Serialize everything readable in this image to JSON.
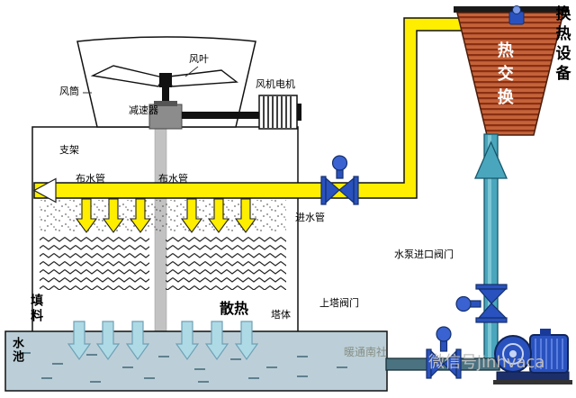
{
  "labels": {
    "fan_blade": "风叶",
    "fan_duct": "风筒",
    "fan_motor": "风机电机",
    "reducer": "减速器",
    "support_frame": "支架",
    "dist_pipe_left": "布水管",
    "dist_pipe_right": "布水管",
    "inlet_pipe": "进水管",
    "pump_inlet_valve": "水泵进口阀门",
    "to_tower_valve": "上塔阀门",
    "fill_material": "填料",
    "heat_dissipation": "散热",
    "tower_body": "塔体",
    "water_pool": "水池",
    "heat_exchange": "热交换",
    "heat_exchange_equipment": "换热设备"
  },
  "watermarks": {
    "brand": "暖通南社",
    "wechat_id": "微信号jinhvaca"
  },
  "colors": {
    "inlet_pipe_yellow": "#ffee00",
    "riser_pipe_cyan": "#4aa6bc",
    "heat_exchanger_red": "#c4633a",
    "heat_exchanger_stripe": "#8a2f12",
    "valve_blue": "#2a52be",
    "pump_blue": "#2a52be",
    "pool_blue_gray": "#bccfd8",
    "pool_arrow_cyan": "#aedae6",
    "shaft_gray": "#c2c2c2"
  }
}
